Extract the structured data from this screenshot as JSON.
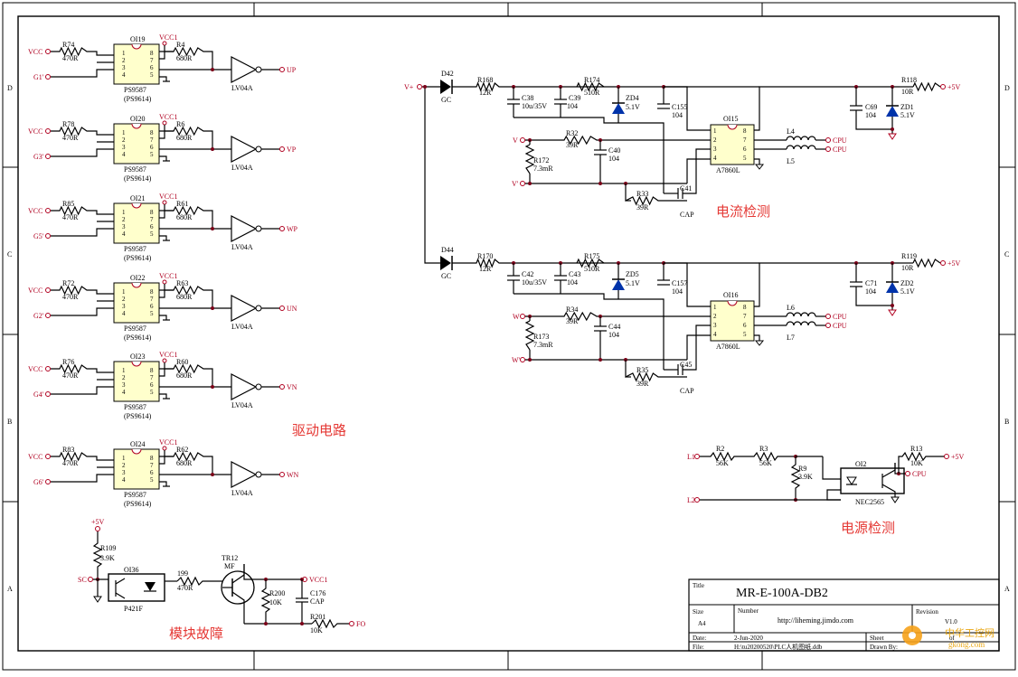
{
  "frame": {
    "row_letters": [
      "D",
      "C",
      "B",
      "A"
    ]
  },
  "section_titles": {
    "drive": "驱动电路",
    "current": "电流检测",
    "power": "电源检测",
    "fault": "模块故障"
  },
  "drive_channels": [
    {
      "ic": "OI19",
      "r_in": "R74",
      "r_in_val": "470R",
      "r_out": "R4",
      "r_out_val": "680R",
      "in": "G1'",
      "out": "UP",
      "buf": "LV04A",
      "part": "PS9587",
      "alt": "(PS9614)",
      "vcc": "VCC1",
      "vcc_in": "VCC"
    },
    {
      "ic": "OI20",
      "r_in": "R78",
      "r_in_val": "470R",
      "r_out": "R6",
      "r_out_val": "680R",
      "in": "G3'",
      "out": "VP",
      "buf": "LV04A",
      "part": "PS9587",
      "alt": "(PS9614)",
      "vcc": "VCC1",
      "vcc_in": "VCC"
    },
    {
      "ic": "OI21",
      "r_in": "R85",
      "r_in_val": "470R",
      "r_out": "R61",
      "r_out_val": "680R",
      "in": "G5'",
      "out": "WP",
      "buf": "LV04A",
      "part": "PS9587",
      "alt": "(PS9614)",
      "vcc": "VCC1",
      "vcc_in": "VCC"
    },
    {
      "ic": "OI22",
      "r_in": "R72",
      "r_in_val": "470R",
      "r_out": "R63",
      "r_out_val": "680R",
      "in": "G2'",
      "out": "UN",
      "buf": "LV04A",
      "part": "PS9587",
      "alt": "(PS9614)",
      "vcc": "VCC1",
      "vcc_in": "VCC"
    },
    {
      "ic": "OI23",
      "r_in": "R76",
      "r_in_val": "470R",
      "r_out": "R60",
      "r_out_val": "680R",
      "in": "G4'",
      "out": "VN",
      "buf": "LV04A",
      "part": "PS9587",
      "alt": "(PS9614)",
      "vcc": "VCC1",
      "vcc_in": "VCC"
    },
    {
      "ic": "OI24",
      "r_in": "R83",
      "r_in_val": "470R",
      "r_out": "R62",
      "r_out_val": "680R",
      "in": "G6'",
      "out": "WN",
      "buf": "LV04A",
      "part": "PS9587",
      "alt": "(PS9614)",
      "vcc": "VCC1",
      "vcc_in": "VCC"
    }
  ],
  "current_channels": [
    {
      "diode": "D42",
      "diode_val": "GC",
      "r1": "R168",
      "r1_val": "12R",
      "c1": "C38",
      "c1_val": "10u/35V",
      "c2": "C39",
      "c2_val": "104",
      "r2": "R174",
      "r2_val": "510R",
      "zd": "ZD4",
      "zd_val": "5.1V",
      "c3": "C155",
      "c3_val": "104",
      "ic": "OI15",
      "ic_part": "A7860L",
      "rs": "R172",
      "rs_val": "7.3mR",
      "r3": "R32",
      "r3_val": "39R",
      "c4": "C40",
      "c4_val": "104",
      "r4": "R33",
      "r4_val": "39R",
      "c5": "C41",
      "c5_val": "CAP",
      "l1": "L4",
      "l2": "L5",
      "sense": "V",
      "sense2": "V'",
      "cpu1": "CPU",
      "cpu2": "CPU",
      "c6": "C69",
      "c6_val": "104",
      "zd2": "ZD1",
      "zd2_val": "5.1V",
      "r5": "R118",
      "r5_val": "10R",
      "pwr": "+5V",
      "vplus": "V+"
    },
    {
      "diode": "D44",
      "diode_val": "GC",
      "r1": "R170",
      "r1_val": "12R",
      "c1": "C42",
      "c1_val": "10u/35V",
      "c2": "C43",
      "c2_val": "104",
      "r2": "R175",
      "r2_val": "510R",
      "zd": "ZD5",
      "zd_val": "5.1V",
      "c3": "C157",
      "c3_val": "104",
      "ic": "OI16",
      "ic_part": "A7860L",
      "rs": "R173",
      "rs_val": "7.3mR",
      "r3": "R34",
      "r3_val": "39R",
      "c4": "C44",
      "c4_val": "104",
      "r4": "R35",
      "r4_val": "39R",
      "c5": "C45",
      "c5_val": "CAP",
      "l1": "L6",
      "l2": "L7",
      "sense": "W",
      "sense2": "W'",
      "cpu1": "CPU",
      "cpu2": "CPU",
      "c6": "C71",
      "c6_val": "104",
      "zd2": "ZD2",
      "zd2_val": "5.1V",
      "r5": "R119",
      "r5_val": "10R",
      "pwr": "+5V"
    }
  ],
  "power_detect": {
    "l1": "L1",
    "l2": "L2",
    "r2": "R2",
    "r2_val": "56K",
    "r3": "R3",
    "r3_val": "56K",
    "r9": "R9",
    "r9_val": "3.9K",
    "ic": "OI2",
    "ic_part": "NEC2565",
    "r13": "R13",
    "r13_val": "10K",
    "pwr": "+5V",
    "cpu": "CPU"
  },
  "fault": {
    "pwr": "+5V",
    "r109": "R109",
    "r109_val": "3.9K",
    "sc": "SC",
    "ic": "OI36",
    "ic_part": "P421F",
    "r199": "199",
    "r199_val": "470R",
    "tr": "TR12",
    "tr_val": "MF",
    "r200": "R200",
    "r200_val": "10K",
    "c176": "C176",
    "c176_val": "CAP",
    "r201": "R201",
    "r201_val": "10K",
    "vcc": "VCC1",
    "fo": "FO"
  },
  "title_block": {
    "title_label": "Title",
    "title": "MR-E-100A-DB2",
    "size_label": "Size",
    "size": "A4",
    "number_label": "Number",
    "number": "http://liheming.jimdo.com",
    "revision_label": "Revision",
    "revision": "V1.0",
    "date_label": "Date:",
    "date": "2-Jun-2020",
    "sheet_label": "Sheet",
    "sheet_of": "of",
    "file_label": "File:",
    "file": "H:\\tu20200520\\PLC人机图纸.ddb",
    "drawn_label": "Drawn By:"
  },
  "watermark": {
    "line1": "中华工控网",
    "line2": "gkong.com"
  }
}
